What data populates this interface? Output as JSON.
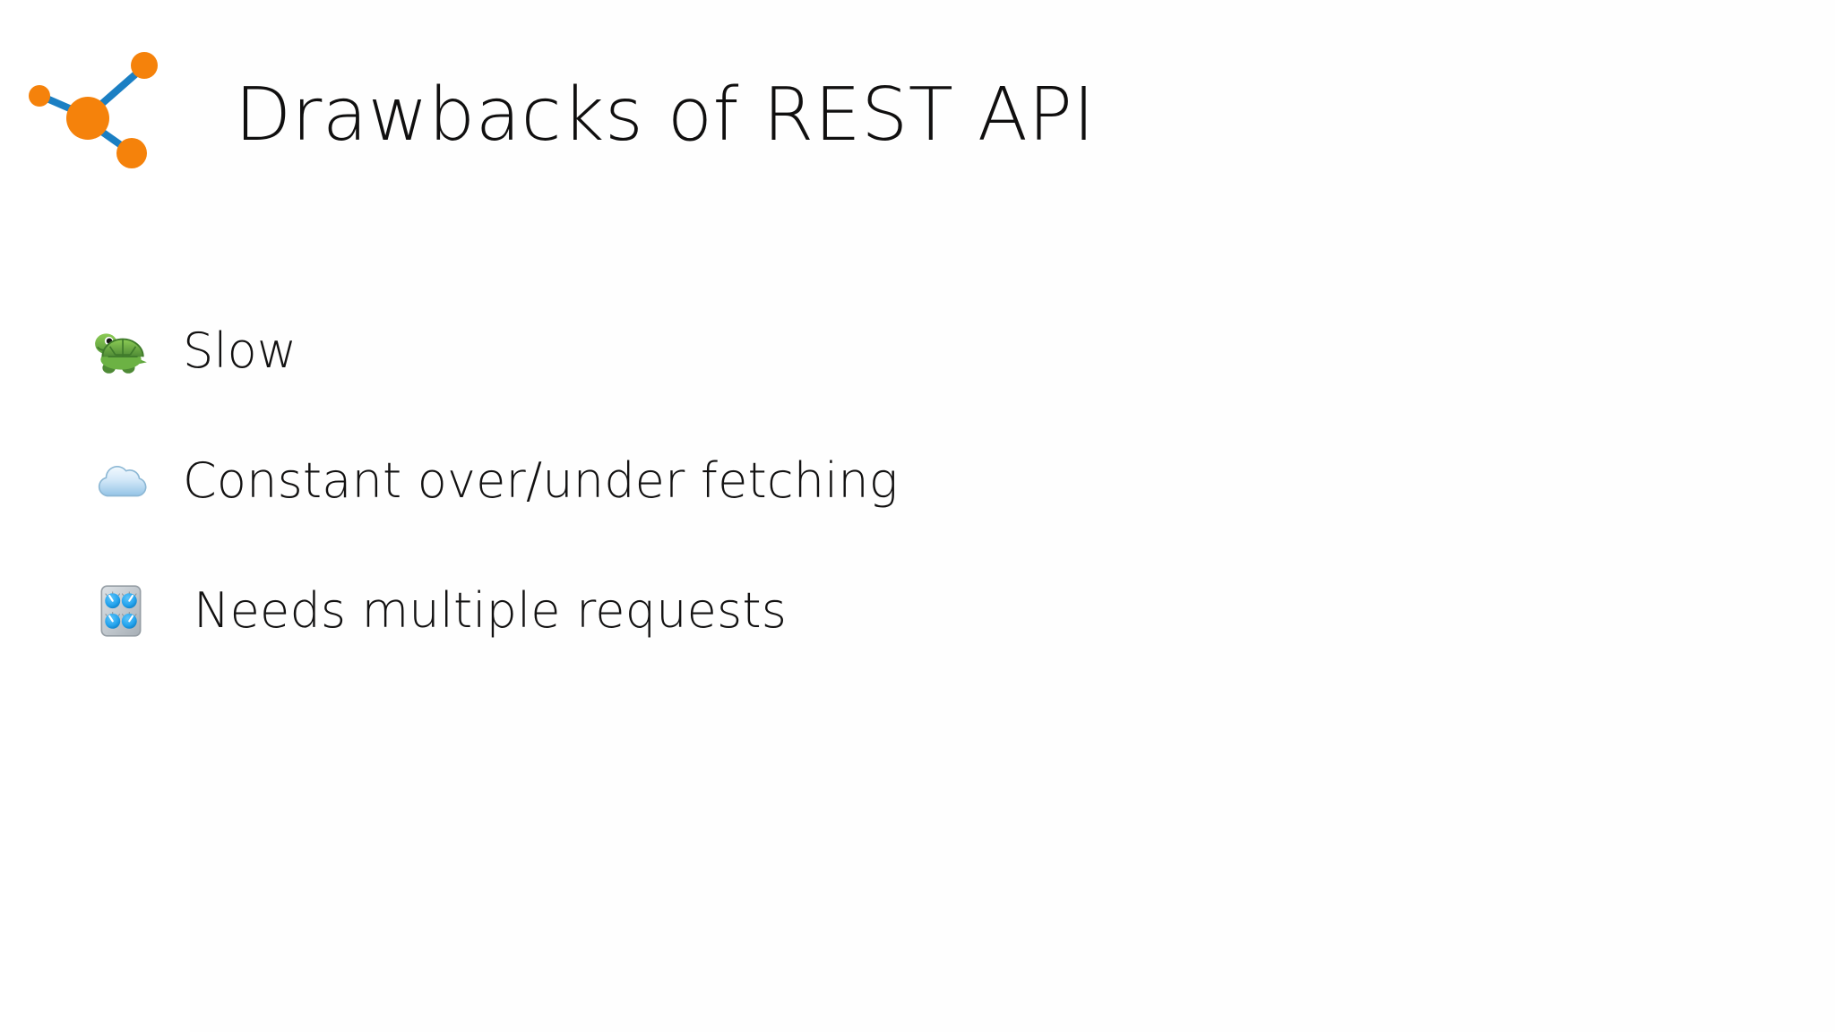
{
  "slide": {
    "background_color": "#ffffff",
    "title": "Drawbacks of REST API",
    "logo": {
      "name": "network-nodes-logo",
      "node_color": "#F5820B",
      "edge_color": "#1B7FC3"
    },
    "bullets": [
      {
        "icon": "turtle-emoji",
        "emoji": "🐢",
        "label": "Slow",
        "icon_colors": {
          "shell_dark": "#4E8A35",
          "shell_light": "#7DBF4B",
          "body": "#5FA63C",
          "eye": "#1A1A1A"
        }
      },
      {
        "icon": "cloud-emoji",
        "emoji": "☁️",
        "label": "Constant over/under fetching",
        "icon_colors": {
          "fill_top": "#E4F1FB",
          "fill_bottom": "#9CC8E8",
          "outline": "#8FB9D6"
        }
      },
      {
        "icon": "control-knobs-emoji",
        "emoji": "🎛️",
        "label": "Needs multiple requests",
        "icon_colors": {
          "panel": "#C3C9CE",
          "panel_edge": "#9AA2A8",
          "knob": "#29A8EF",
          "knob_dark": "#1183C9",
          "pointer": "#FFFFFF"
        }
      }
    ]
  }
}
